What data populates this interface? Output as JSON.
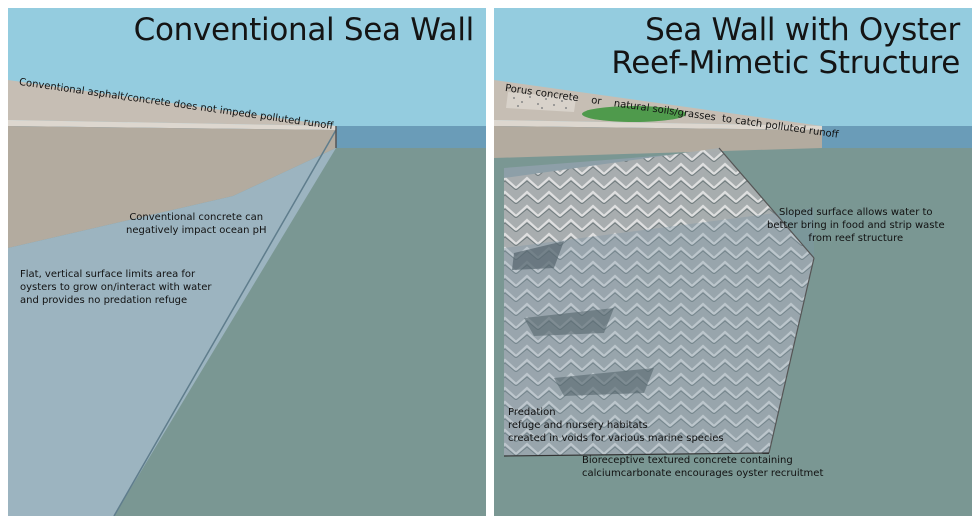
{
  "left_panel": {
    "title": "Conventional Sea Wall",
    "runoff_note": "Conventional asphalt/concrete does not impede polluted runoff",
    "ph_note": [
      "Conventional concrete can",
      "negatively impact ocean pH"
    ],
    "surface_note": [
      "Flat, vertical surface limits area for",
      "oysters to grow on/interact with water",
      "and provides no predation refuge"
    ]
  },
  "right_panel": {
    "title": [
      "Sea Wall with Oyster",
      "Reef-Mimetic Structure"
    ],
    "runoff_note": {
      "porous": "Porus concrete",
      "or": "or",
      "soils": "natural soils/grasses",
      "catch": "to catch polluted runoff"
    },
    "slope_note": [
      "Sloped surface allows water to",
      "better bring in food and strip waste",
      "from reef structure"
    ],
    "predation_note": [
      "Predation",
      "refuge and nursery habitats",
      "created in voids for various marine species"
    ],
    "bioreceptive_note": [
      "Bioreceptive textured concrete containing",
      "calciumcarbonate encourages oyster recruitmet"
    ]
  },
  "colors": {
    "sky": "#94ccdf",
    "sea_far": "#6a9cb8",
    "water_deep": "#7a9793",
    "wall_face": "#b3ab9f",
    "ground_top": "#c6beb4",
    "submerged_wall": "#9cb4c0",
    "grass": "#4f9a4c"
  }
}
